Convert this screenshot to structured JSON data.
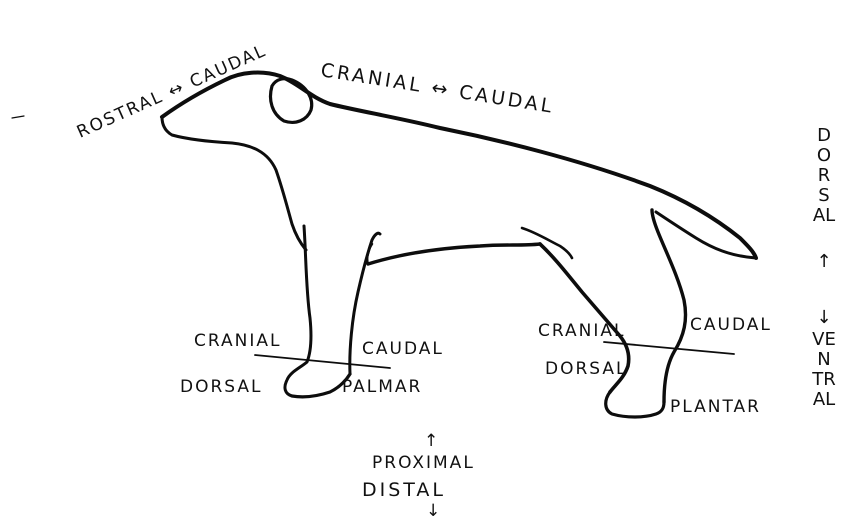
{
  "labels": {
    "rostral_caudal": "ROSTRAL ↔ CAUDAL",
    "cranial_caudal_back": "CRANIAL ↔ CAUDAL",
    "front_cranial": "CRANIAL",
    "front_caudal": "CAUDAL",
    "front_dorsal": "DORSAL",
    "palmar": "PALMAR",
    "hind_cranial": "CRANIAL",
    "hind_caudal": "CAUDAL",
    "hind_dorsal": "DORSAL",
    "plantar": "PLANTAR",
    "proximal_arrow": "↑",
    "proximal": "PROXIMAL",
    "distal": "DISTAL",
    "distal_arrow": "↓",
    "dorsal_vertical": "DORSAL",
    "dorsal_arrow": "↑",
    "ventral_arrow": "↓",
    "ventral_vertical": "VENTRAL"
  }
}
